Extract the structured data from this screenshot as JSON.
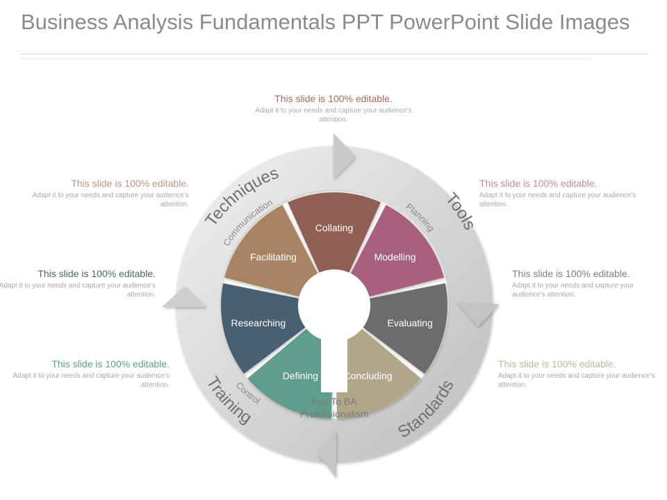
{
  "title": "Business Analysis Fundamentals PPT PowerPoint Slide Images",
  "center_label_line1": "Key To BA",
  "center_label_line2": "Professionalism",
  "ring_labels": {
    "techniques": "Techniques",
    "tools": "Tools",
    "standards": "Standards",
    "training": "Training"
  },
  "arc_labels": {
    "communication": "Communication",
    "planning": "Planning",
    "control": "Control"
  },
  "segments": [
    {
      "label": "Collating",
      "color": "#8f5f52"
    },
    {
      "label": "Modelling",
      "color": "#a8607e"
    },
    {
      "label": "Evaluating",
      "color": "#6c6c6c"
    },
    {
      "label": "Concluding",
      "color": "#b0a78a"
    },
    {
      "label": "Defining",
      "color": "#5e9e8c"
    },
    {
      "label": "Researching",
      "color": "#4a6072"
    },
    {
      "label": "Facilitating",
      "color": "#a88462"
    }
  ],
  "callouts": [
    {
      "heading": "This slide is 100% editable.",
      "body": "Adapt it to your needs and capture your audience's attention.",
      "color": "#a8685c"
    },
    {
      "heading": "This slide is 100% editable.",
      "body": "Adapt it to your needs and capture your audience's attention.",
      "color": "#b8958a"
    },
    {
      "heading": "This slide is 100% editable.",
      "body": "Adapt it to your needs and capture your audience's attention.",
      "color": "#c58aa0"
    },
    {
      "heading": "This slide is 100% editable.",
      "body": "Adapt it to your needs and capture your audience's attention.",
      "color": "#4e6275"
    },
    {
      "heading": "This slide is 100% editable.",
      "body": "Adapt it to your needs and capture your audience's attention.",
      "color": "#7f7f7f"
    },
    {
      "heading": "This slide is 100% editable.",
      "body": "Adapt it to your needs and capture your audience's attention.",
      "color": "#5e9e8c"
    },
    {
      "heading": "This slide is 100% editable.",
      "body": "Adapt it to your needs and capture your audience's attention.",
      "color": "#c0b797"
    }
  ]
}
